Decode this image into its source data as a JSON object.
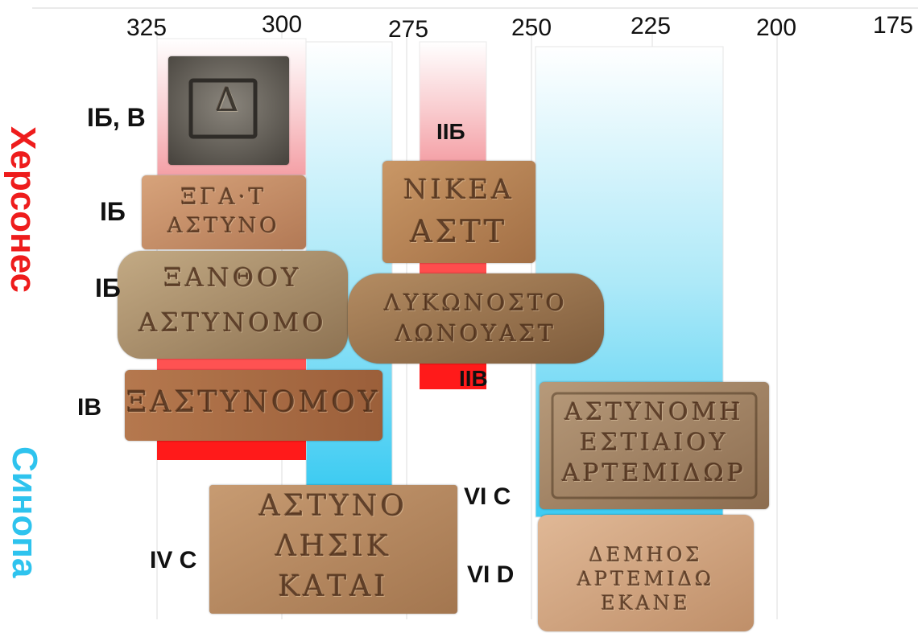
{
  "axis": {
    "ticks": [
      "325",
      "300",
      "275",
      "250",
      "225",
      "200",
      "175"
    ],
    "unit_note": ""
  },
  "regions": {
    "chersonesos": {
      "label": "Херсонес",
      "color": "#ee1c1c"
    },
    "sinope": {
      "label": "Синопа",
      "color": "#2ec3ee"
    }
  },
  "colors": {
    "red_bar": "#ff1a1a",
    "red_bar_fade": "#fbd0d0",
    "blue_bar": "#2ec8f0",
    "blue_bar_fade": "#e6f8fd",
    "gridline": "#dddddd"
  },
  "group_labels": {
    "ib_v": "IБ, В",
    "ib_1": "IБ",
    "ib_2": "IБ",
    "iv_lower": "IВ",
    "iib": "IIБ",
    "iiv": "IIВ",
    "iv_c": "IV C",
    "vi_c": "VI C",
    "vi_d": "VI D"
  },
  "stamps": {
    "s1": {
      "name": "stamp-ib-v",
      "lines": [
        "Δ"
      ]
    },
    "s2": {
      "name": "stamp-ib-1",
      "lines": [
        "ΞΓΑ·Τ",
        "ΑΣΤΥΝΟ"
      ]
    },
    "s3": {
      "name": "stamp-ib-2",
      "lines": [
        "ΞΑΝΘΟΥ",
        "ΑΣΤΥΝΟΜΟ"
      ]
    },
    "s4": {
      "name": "stamp-iv",
      "lines": [
        "ΞΑΣΤΥΝΟΜΟΥ"
      ]
    },
    "s5": {
      "name": "stamp-iib",
      "lines": [
        "ΝΙΚΕΑ",
        "ΑΣΤΤ"
      ]
    },
    "s6": {
      "name": "stamp-iiv",
      "lines": [
        "ΛΥΚΩΝΟΣΤΟ",
        "ΛΩΝΟΥΑΣΤ"
      ]
    },
    "s7": {
      "name": "stamp-iv-c",
      "lines": [
        "ΑΣΤΥΝΟ",
        "ΛΗΣΙΚ",
        "ΚΑΤΑΙ"
      ]
    },
    "s8": {
      "name": "stamp-vi-c",
      "lines": [
        "ΑΣΤΥΝΟΜΗ",
        "ΕΣΤΙΑΙΟΥ",
        "ΑΡΤΕΜΙΔΩΡ"
      ]
    },
    "s9": {
      "name": "stamp-vi-d",
      "lines": [
        "ΔΕΜΗΟΣ",
        "ΑΡΤΕΜΙΔΩ",
        "ΕΚΑΝΕ"
      ]
    }
  }
}
